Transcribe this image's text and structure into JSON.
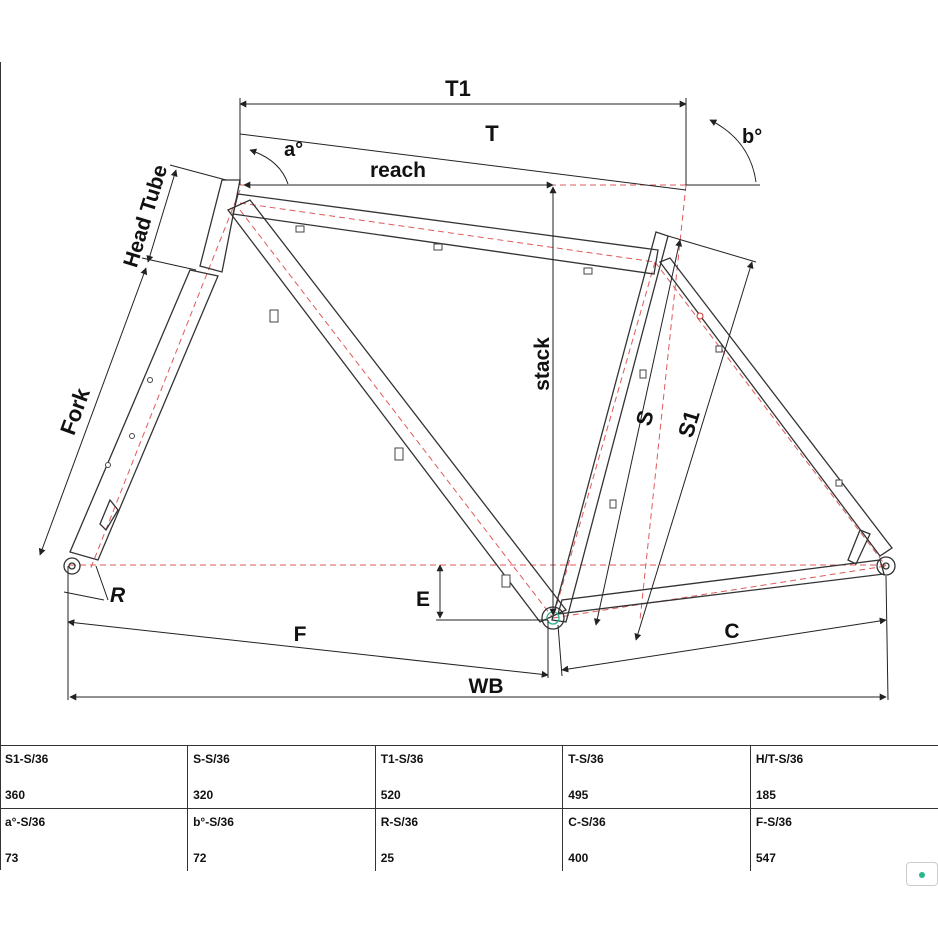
{
  "diagram": {
    "labels": {
      "t1": "T1",
      "t": "T",
      "a_angle": "a°",
      "b_angle": "b°",
      "reach": "reach",
      "head_tube": "Head Tube",
      "stack": "stack",
      "fork": "Fork",
      "s": "S",
      "s1": "S1",
      "r": "R",
      "e": "E",
      "f": "F",
      "c": "C",
      "wb": "WB"
    }
  },
  "table": {
    "rows": [
      [
        {
          "name": "S1-S/36",
          "value": "360"
        },
        {
          "name": "S-S/36",
          "value": "320"
        },
        {
          "name": "T1-S/36",
          "value": "520"
        },
        {
          "name": "T-S/36",
          "value": "495"
        },
        {
          "name": "H/T-S/36",
          "value": "185"
        }
      ],
      [
        {
          "name": "a°-S/36",
          "value": "73"
        },
        {
          "name": "b°-S/36",
          "value": "72"
        },
        {
          "name": "R-S/36",
          "value": "25"
        },
        {
          "name": "C-S/36",
          "value": "400"
        },
        {
          "name": "F-S/36",
          "value": "547"
        }
      ]
    ]
  },
  "colors": {
    "line": "#333333",
    "centerline": "#e05a5a",
    "accent_green": "#2ab58c"
  }
}
